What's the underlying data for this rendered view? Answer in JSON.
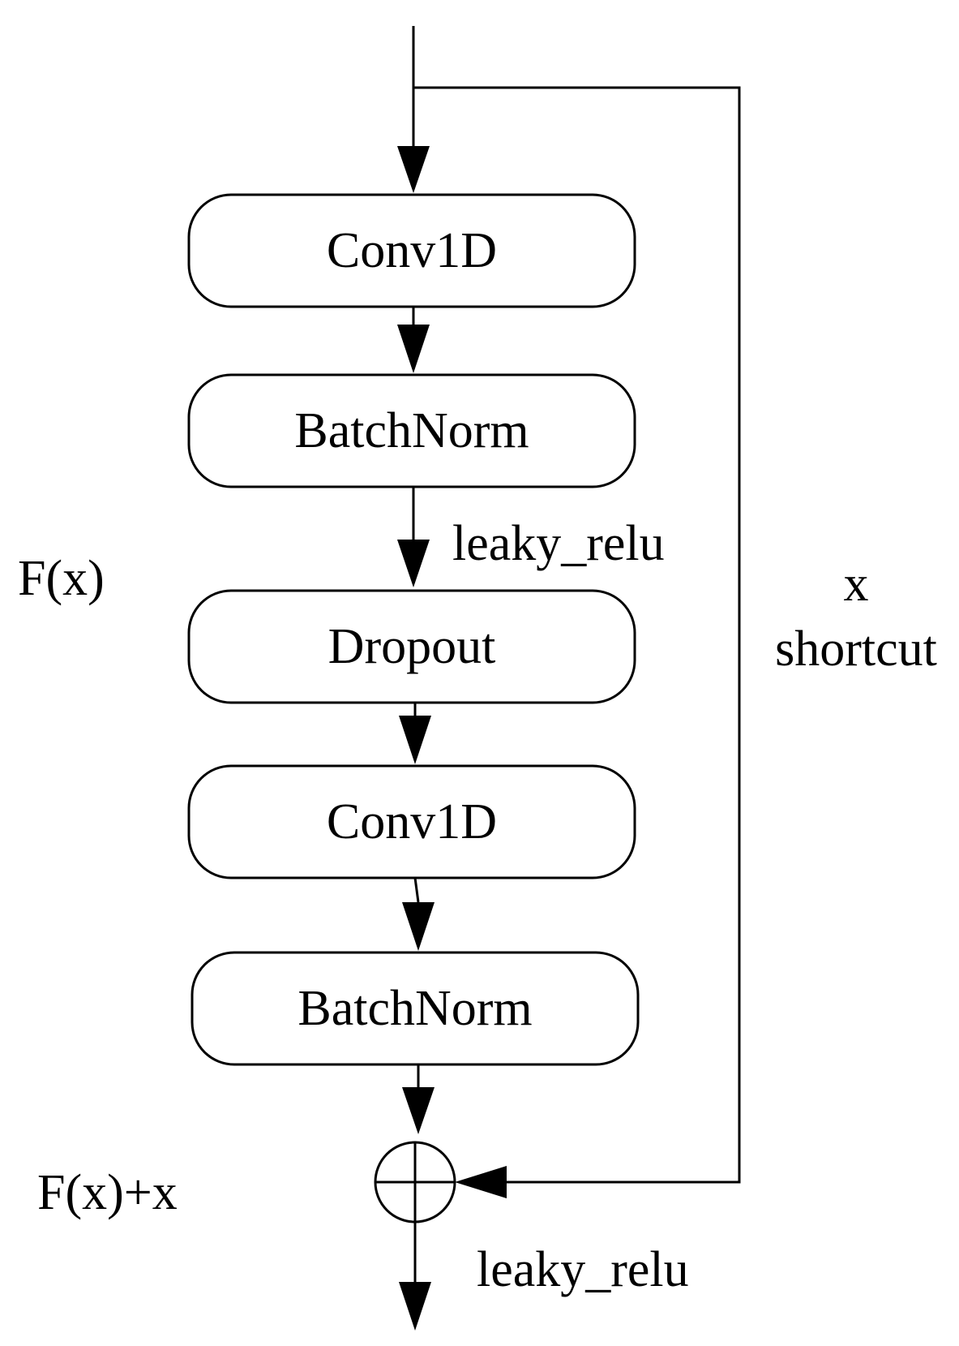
{
  "blocks": [
    {
      "id": "conv1d-1",
      "label": "Conv1D"
    },
    {
      "id": "batchnorm-1",
      "label": "BatchNorm"
    },
    {
      "id": "dropout",
      "label": "Dropout"
    },
    {
      "id": "conv1d-2",
      "label": "Conv1D"
    },
    {
      "id": "batchnorm-2",
      "label": "BatchNorm"
    }
  ],
  "labels": {
    "activation_1": "leaky_relu",
    "residual_function": "F(x)",
    "shortcut_x": "x",
    "shortcut_word": "shortcut",
    "sum_output": "F(x)+x",
    "activation_2": "leaky_relu"
  },
  "colors": {
    "stroke": "#000000",
    "background": "#ffffff"
  }
}
